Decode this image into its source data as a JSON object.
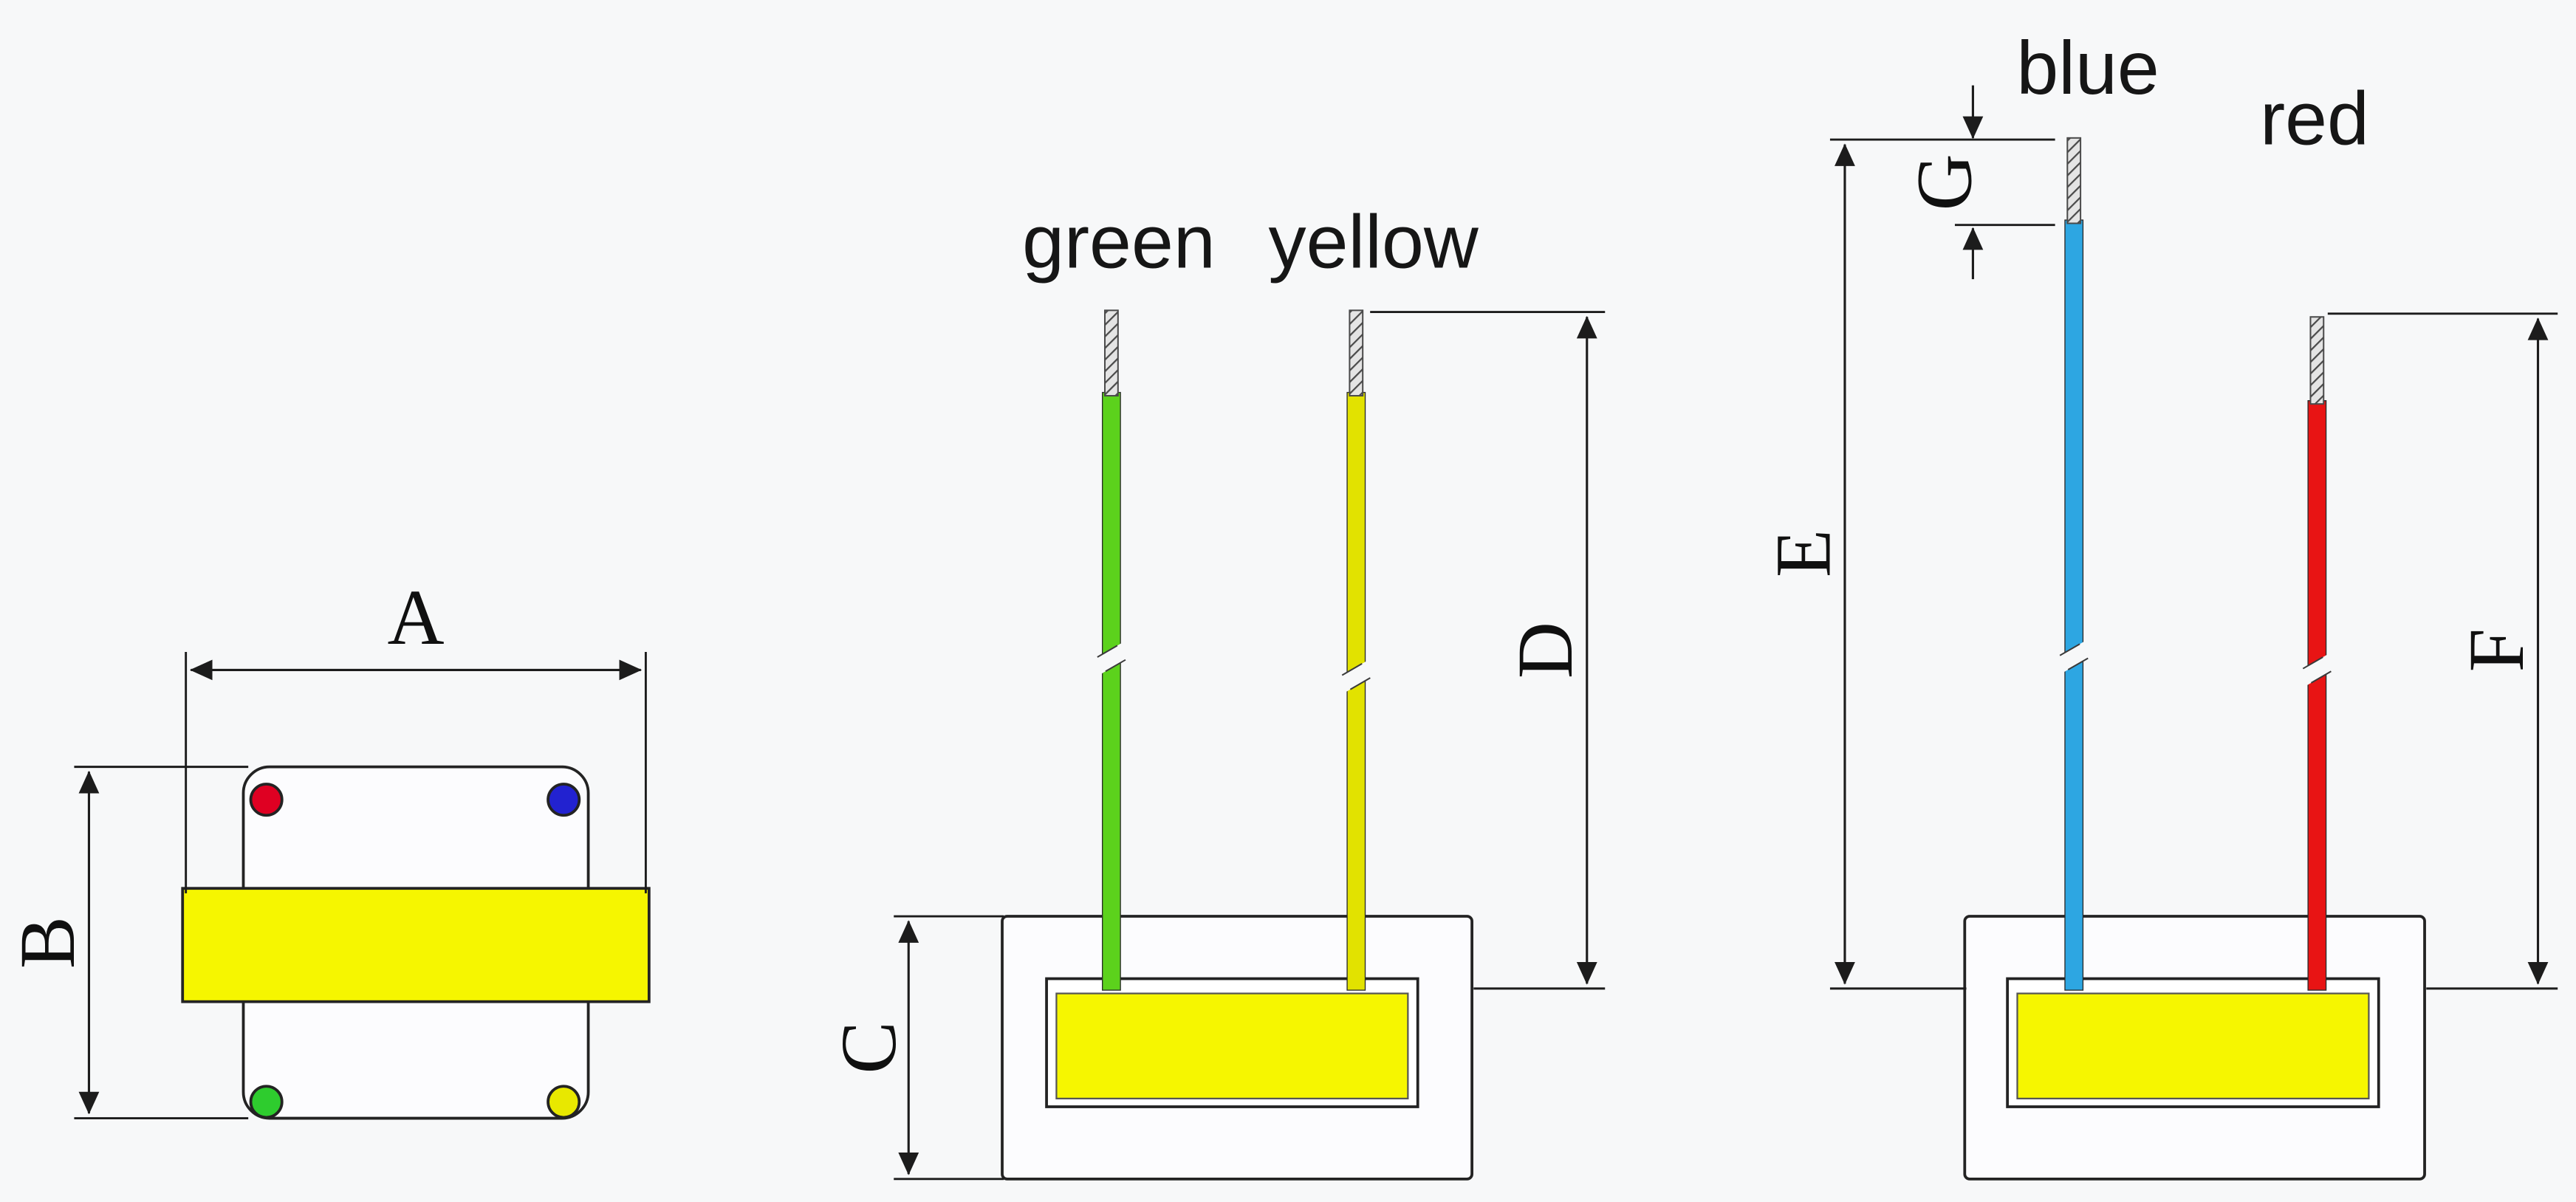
{
  "background": "#f7f8f9",
  "ink": "#1c1c1c",
  "labels": {
    "A": "A",
    "B": "B",
    "C": "C",
    "D": "D",
    "E": "E",
    "F": "F",
    "G": "G"
  },
  "wire_labels": {
    "green": "green",
    "yellow": "yellow",
    "blue": "blue",
    "red": "red"
  },
  "colors": {
    "body_fill": "#fcfcfe",
    "coil_yellow": "#f6f600",
    "block_inner_fill": "#ffffff",
    "wire_green": "#5cd21c",
    "wire_yellow": "#e2e200",
    "wire_blue": "#2da6e2",
    "wire_red": "#e81414",
    "dot_red": "#df0022",
    "dot_blue": "#2222d0",
    "dot_green": "#2ecc2e",
    "dot_yellow": "#e8e800"
  }
}
